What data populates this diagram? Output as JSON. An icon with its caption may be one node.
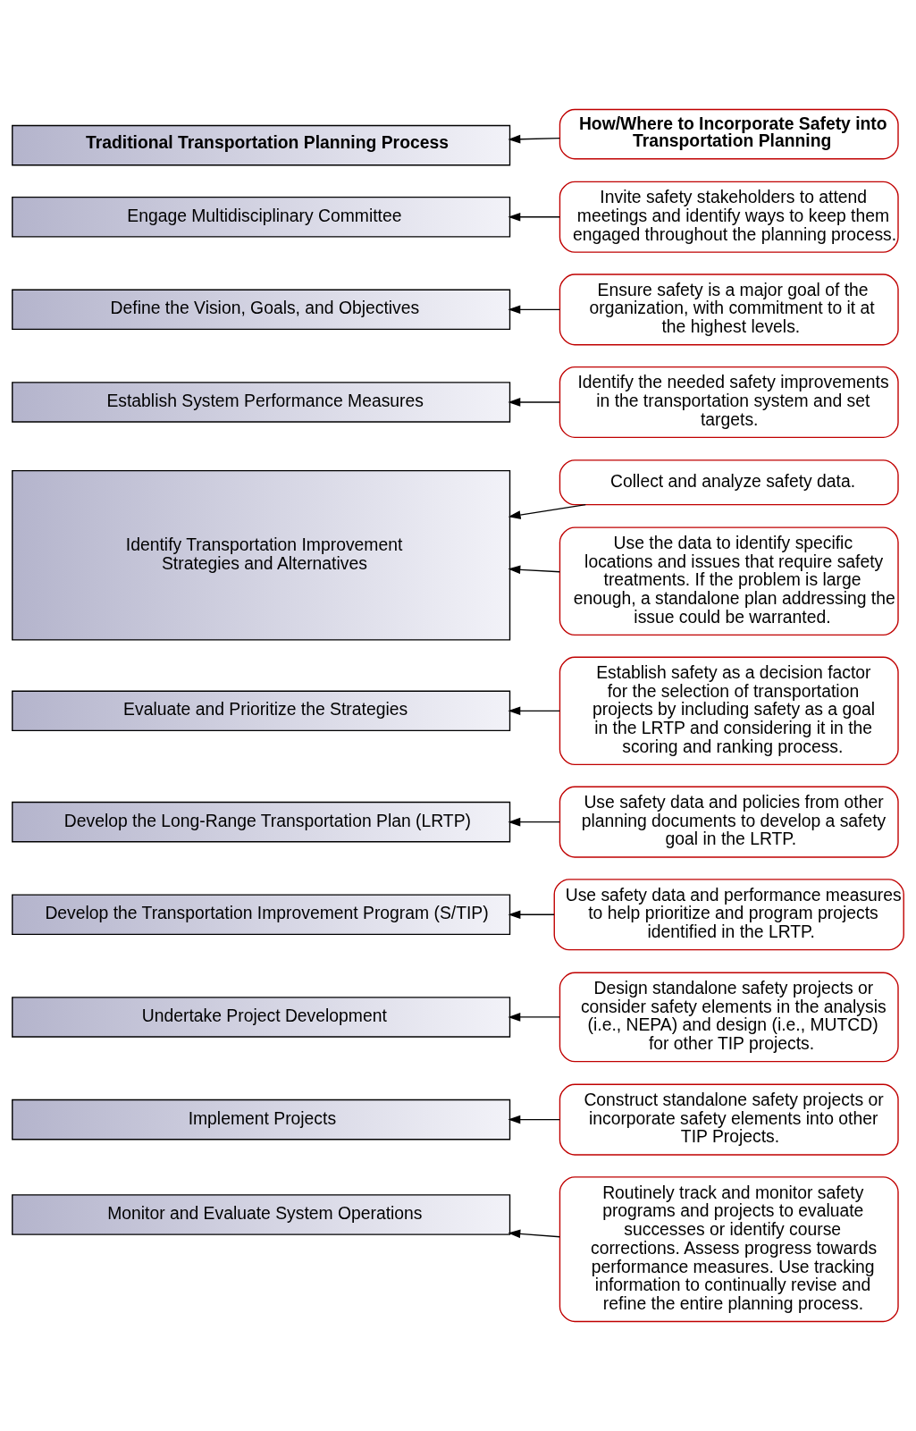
{
  "diagram": {
    "nodes": [
      {
        "text": [
          "Traditional Transportation Planning Process"
        ]
      },
      {
        "text": [
          "How/Where to Incorporate Safety into Transportation Planning"
        ]
      },
      {
        "text": [
          "Engage Multidisciplinary Committee"
        ]
      },
      {
        "text": [
          "Invite safety stakeholders to attend meetings and identify ways to keep them engaged throughout the planning process."
        ]
      },
      {
        "text": [
          "Define the Vision, Goals, and Objectives"
        ]
      },
      {
        "text": [
          "Ensure safety is a major goal of the organization, with commitment to it at the highest levels."
        ]
      },
      {
        "text": [
          "Establish System Performance Measures"
        ]
      },
      {
        "text": [
          "Identify the needed safety improvements in the transportation system and set targets."
        ]
      },
      {
        "text": [
          "Identify Transportation Improvement Strategies and Alternatives"
        ]
      },
      {
        "text": [
          "Collect and analyze safety data."
        ]
      },
      {
        "text": [
          "Use the data to identify specific locations and issues that require safety treatments. If the problem is large enough, a standalone plan addressing the issue could be warranted."
        ]
      },
      {
        "text": [
          "Evaluate and Prioritize the Strategies"
        ]
      },
      {
        "text": [
          "Establish safety as a decision factor for the selection of transportation projects by including safety as a goal in the LRTP and considering it in the scoring and ranking process."
        ]
      },
      {
        "text": [
          "Develop the Long-Range Transportation Plan (LRTP)"
        ]
      },
      {
        "text": [
          "Use safety data and policies from other planning documents to develop a safety goal in the LRTP."
        ]
      },
      {
        "text": [
          "Develop the Transportation Improvement Program (S/TIP)"
        ]
      },
      {
        "text": [
          "Use safety data and performance measures to help prioritize and program projects identified in the LRTP."
        ]
      },
      {
        "text": [
          "Undertake Project Development"
        ]
      },
      {
        "text": [
          "Design standalone safety projects or consider safety elements in the analysis (i.e., NEPA) and design (i.e., MUTCD) for other TIP projects."
        ]
      },
      {
        "text": [
          "Implement Projects"
        ]
      },
      {
        "text": [
          "Construct standalone safety projects or incorporate safety elements into other TIP Projects."
        ]
      },
      {
        "text": [
          "Monitor and Evaluate System Operations"
        ]
      },
      {
        "text": [
          "Routinely track and monitor safety programs and projects to evaluate successes or identify course corrections. Assess progress towards performance measures. Use tracking information to continually revise and refine the entire planning process."
        ]
      }
    ],
    "edges": [
      {
        "from": 1,
        "to": 0,
        "arrow": "to"
      },
      {
        "from": 3,
        "to": 2,
        "arrow": "to"
      },
      {
        "from": 5,
        "to": 4,
        "arrow": "to"
      },
      {
        "from": 7,
        "to": 6,
        "arrow": "to"
      },
      {
        "from": 9,
        "to": 8,
        "arrow": "to"
      },
      {
        "from": 10,
        "to": 8,
        "arrow": "to"
      },
      {
        "from": 12,
        "to": 11,
        "arrow": "to"
      },
      {
        "from": 14,
        "to": 13,
        "arrow": "to"
      },
      {
        "from": 16,
        "to": 15,
        "arrow": "to"
      },
      {
        "from": 18,
        "to": 17,
        "arrow": "to"
      },
      {
        "from": 20,
        "to": 19,
        "arrow": "to"
      },
      {
        "from": 22,
        "to": 21,
        "arrow": "to"
      }
    ]
  }
}
